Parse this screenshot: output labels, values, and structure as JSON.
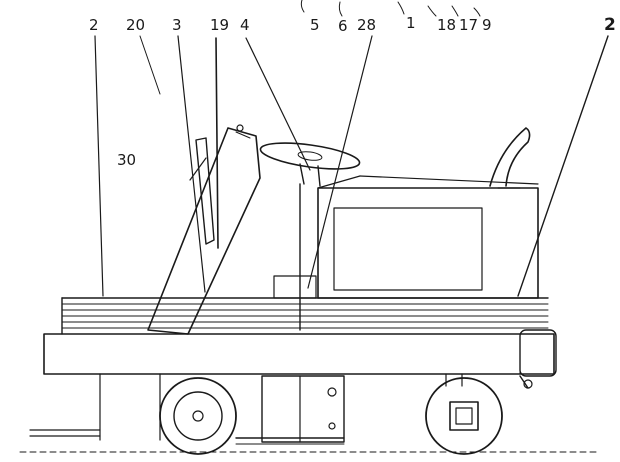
{
  "figure": {
    "labels": [
      {
        "id": "5",
        "text": "5"
      },
      {
        "id": "6",
        "text": "6"
      },
      {
        "id": "28",
        "text": "28"
      },
      {
        "id": "1",
        "text": "1"
      },
      {
        "id": "18",
        "text": "18"
      },
      {
        "id": "17",
        "text": "17"
      },
      {
        "id": "9",
        "text": "9"
      },
      {
        "id": "2a",
        "text": "2"
      },
      {
        "id": "20",
        "text": "20"
      },
      {
        "id": "3",
        "text": "3"
      },
      {
        "id": "19",
        "text": "19"
      },
      {
        "id": "4",
        "text": "4"
      },
      {
        "id": "2b",
        "text": "2"
      },
      {
        "id": "30",
        "text": "30"
      }
    ]
  }
}
